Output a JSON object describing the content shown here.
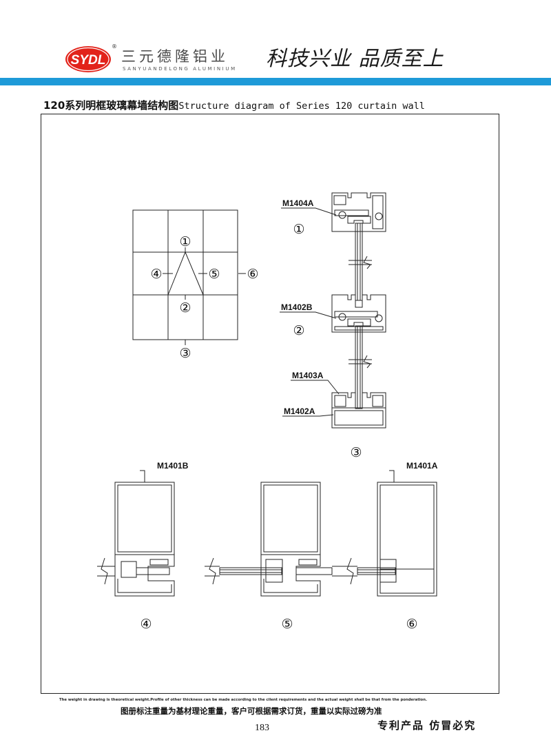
{
  "header": {
    "logo_text": "SYDL",
    "registered_mark": "®",
    "brand_cn": "三元德隆铝业",
    "brand_en": "SANYUANDELONG ALUMINIUM",
    "slogan": "科技兴业  品质至上",
    "accent_color": "#1e9ad8",
    "logo_color": "#e2231a"
  },
  "title": {
    "cn": "120系列明框玻璃幕墙结构图",
    "en": "Structure diagram of Series 120 curtain wall"
  },
  "drawing": {
    "markers": {
      "m1": "①",
      "m2": "②",
      "m3": "③",
      "m4": "④",
      "m5": "⑤",
      "m6": "⑥"
    },
    "profiles": {
      "p1": "M1404A",
      "p2": "M1402B",
      "p3": "M1403A",
      "p4": "M1402A",
      "p5": "M1401B",
      "p6": "M1401A"
    }
  },
  "footer": {
    "note_en": "The weight in drawing is theoretical weight.Profile of other thickness can be made according to the cilent requirements and the actual weight shall be that from the ponderation.",
    "note_cn": "图册标注重量为基材理论重量，客户可根据需求订货，重量以实际过磅为准",
    "page_number": "183",
    "patent": "专利产品  仿冒必究"
  }
}
